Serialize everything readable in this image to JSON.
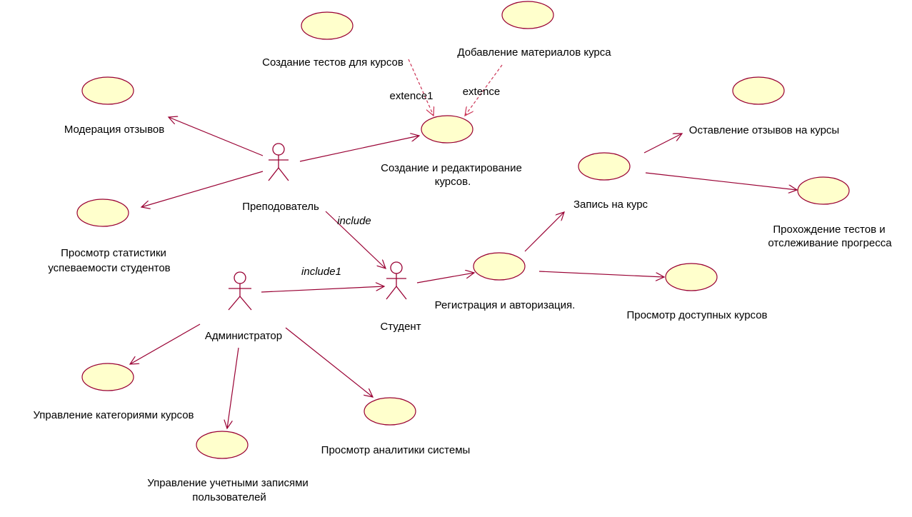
{
  "colors": {
    "line": "#990033",
    "dashed_line": "#cc3355",
    "usecase_fill": "#ffffcc",
    "text": "#000000",
    "background": "#ffffff"
  },
  "actors": {
    "teacher": "Преподователь",
    "admin": "Администратор",
    "student": "Студент"
  },
  "use_cases": {
    "create_tests": "Создание тестов для курсов",
    "add_materials": "Добавление материалов курса",
    "moderation": "Модерация отзывов",
    "create_edit_1": "Создание и редактирование",
    "create_edit_2": "курсов.",
    "leave_reviews": "Оставление отзывов на курсы",
    "enroll": "Запись на курс",
    "tests_progress_1": "Прохождение тестов и",
    "tests_progress_2": "отслеживание прогресса",
    "stats_1": "Просмотр статистики",
    "stats_2": "успеваемости студентов",
    "registration": "Регистрация и авторизация.",
    "view_courses": "Просмотр доступных курсов",
    "manage_categories": "Управление категориями курсов",
    "manage_accounts_1": "Управление учетными записями",
    "manage_accounts_2": "пользователей",
    "view_analytics": "Просмотр аналитики системы"
  },
  "relations": {
    "extence1": "extence1",
    "extence": "extence",
    "include": "include",
    "include1": "include1"
  }
}
